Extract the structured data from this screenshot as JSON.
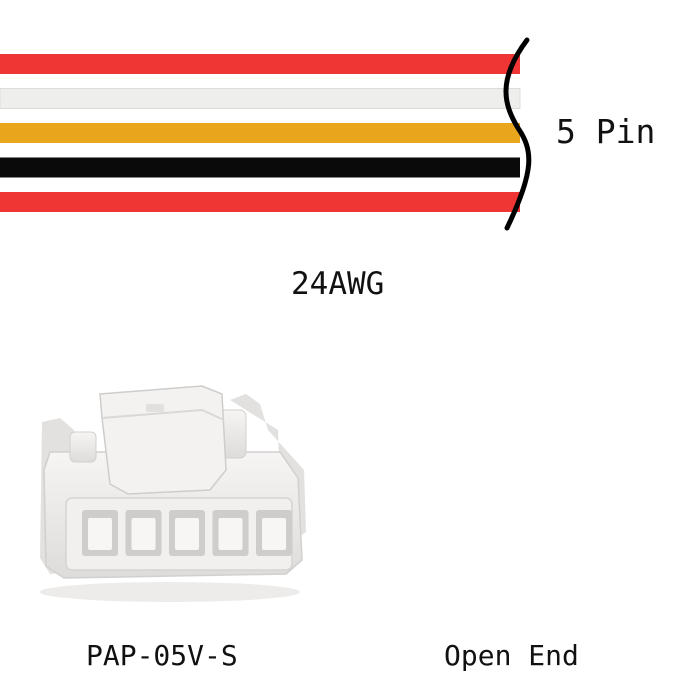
{
  "labels": {
    "pin_count": "5 Pin",
    "wire_gauge": "24AWG",
    "connector_model": "PAP-05V-S",
    "far_end": "Open End"
  },
  "wires": [
    {
      "name": "wire-1",
      "color": "#f03535"
    },
    {
      "name": "wire-2",
      "color": "#eeeeec"
    },
    {
      "name": "wire-3",
      "color": "#e9a61d"
    },
    {
      "name": "wire-4",
      "color": "#0a0a0a"
    },
    {
      "name": "wire-5",
      "color": "#f03535"
    }
  ],
  "colors": {
    "brace": "#000000",
    "connector_body": "#ecebea",
    "connector_shadow": "#cfcdcb"
  },
  "icons": {
    "bundle_brace": "brace-icon",
    "connector": "connector-housing-icon"
  }
}
